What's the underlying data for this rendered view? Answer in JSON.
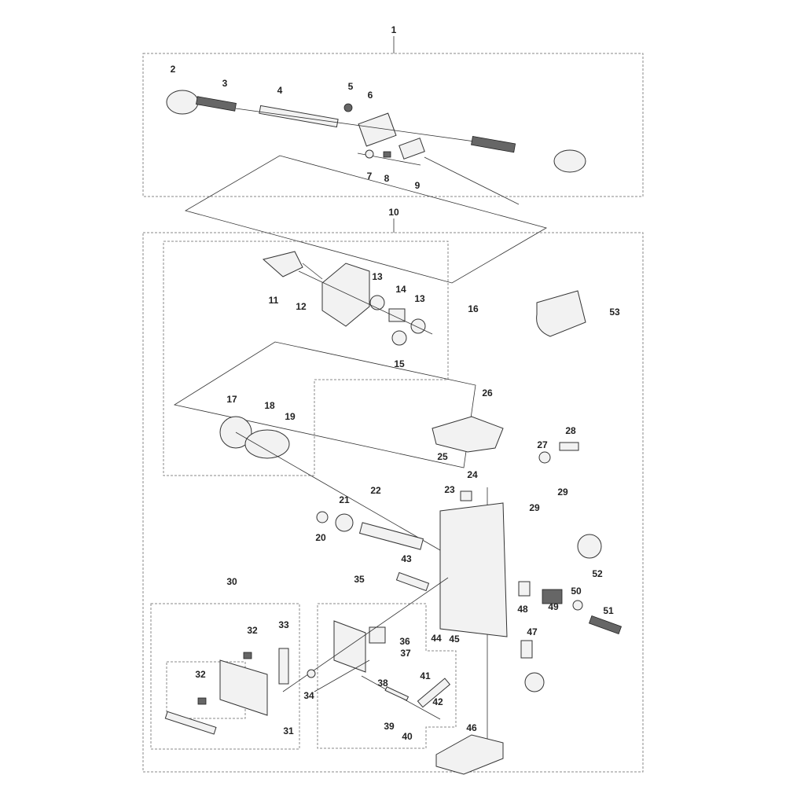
{
  "diagram": {
    "type": "exploded-parts-diagram",
    "callouts": [
      "1",
      "2",
      "3",
      "4",
      "5",
      "6",
      "7",
      "8",
      "9",
      "10",
      "11",
      "12",
      "13",
      "14",
      "13",
      "16",
      "15",
      "53",
      "17",
      "18",
      "19",
      "26",
      "25",
      "28",
      "27",
      "21",
      "22",
      "23",
      "24",
      "29",
      "29",
      "20",
      "52",
      "43",
      "30",
      "35",
      "48",
      "49",
      "50",
      "51",
      "44",
      "45",
      "36",
      "37",
      "32",
      "33",
      "47",
      "41",
      "38",
      "32",
      "34",
      "42",
      "39",
      "40",
      "31",
      "46"
    ]
  }
}
